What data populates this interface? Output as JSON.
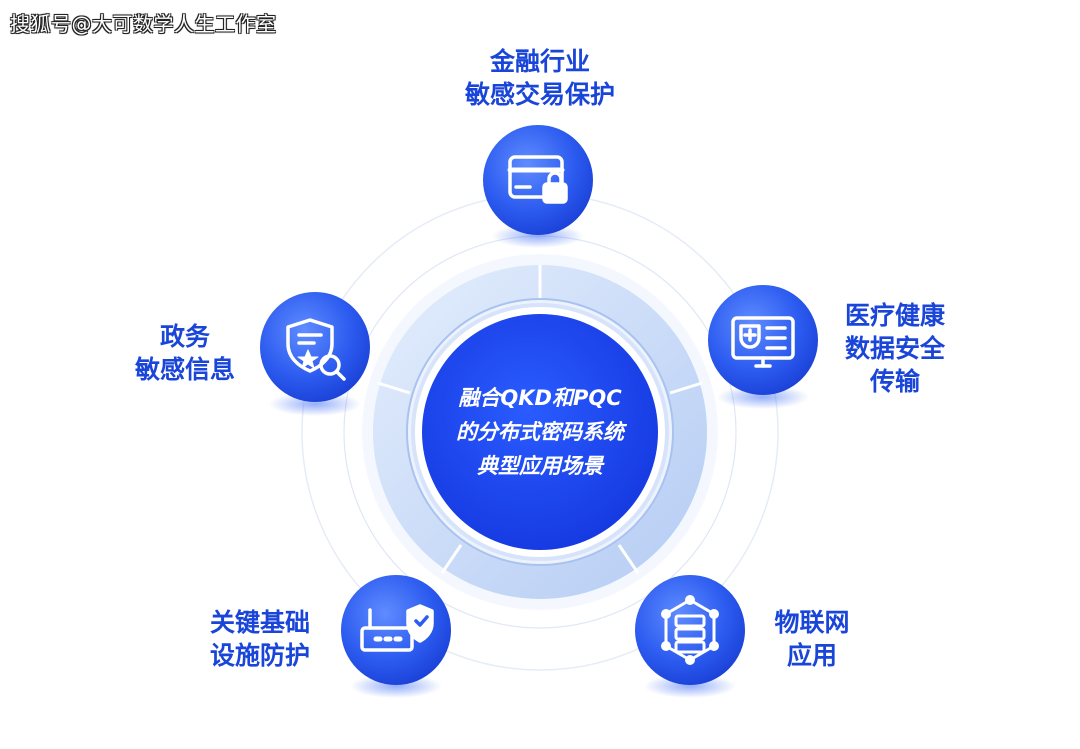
{
  "watermark": "搜狐号@大可数学人生工作室",
  "center": {
    "line1": "融合QKD和PQC",
    "line2": "的分布式密码系统",
    "line3": "典型应用场景"
  },
  "scenarios": {
    "finance": {
      "line1": "金融行业",
      "line2": "敏感交易保护",
      "icon": "card-lock-icon"
    },
    "medical": {
      "line1": "医疗健康",
      "line2": "数据安全",
      "line3": "传输",
      "icon": "medical-monitor-icon"
    },
    "government": {
      "line1": "政务",
      "line2": "敏感信息",
      "icon": "shield-search-icon"
    },
    "infrastructure": {
      "line1": "关键基础",
      "line2": "设施防护",
      "icon": "router-shield-icon"
    },
    "iot": {
      "line1": "物联网",
      "line2": "应用",
      "icon": "server-network-icon"
    }
  },
  "colors": {
    "primary": "#1a45d9",
    "node": "#2f5ff0",
    "center": "#1d4cf2",
    "ring": "#c8daf8"
  }
}
